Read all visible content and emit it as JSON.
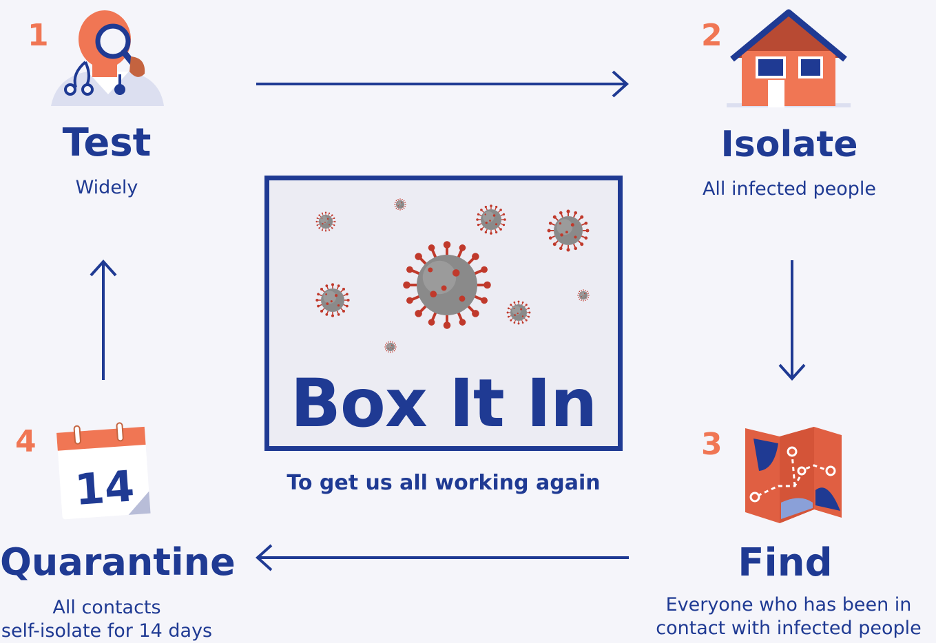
{
  "center": {
    "title": "Box It In",
    "tagline": "To get us all working again"
  },
  "steps": [
    {
      "number": "1",
      "title": "Test",
      "description": "Widely",
      "icon": "doctor-magnifier-icon"
    },
    {
      "number": "2",
      "title": "Isolate",
      "description": "All infected people",
      "icon": "house-icon"
    },
    {
      "number": "3",
      "title": "Find",
      "description_lines": [
        "Everyone who has been in",
        "contact with infected people"
      ],
      "icon": "map-icon"
    },
    {
      "number": "4",
      "title": "Quarantine",
      "description_lines": [
        "All contacts",
        "self-isolate for 14 days"
      ],
      "icon": "calendar-icon",
      "calendar_day": "14"
    }
  ],
  "colors": {
    "background": "#f5f5fa",
    "navy": "#1f3a93",
    "orange": "#f07654",
    "virus_red": "#c0392b",
    "virus_grey": "#8a8a8a"
  }
}
